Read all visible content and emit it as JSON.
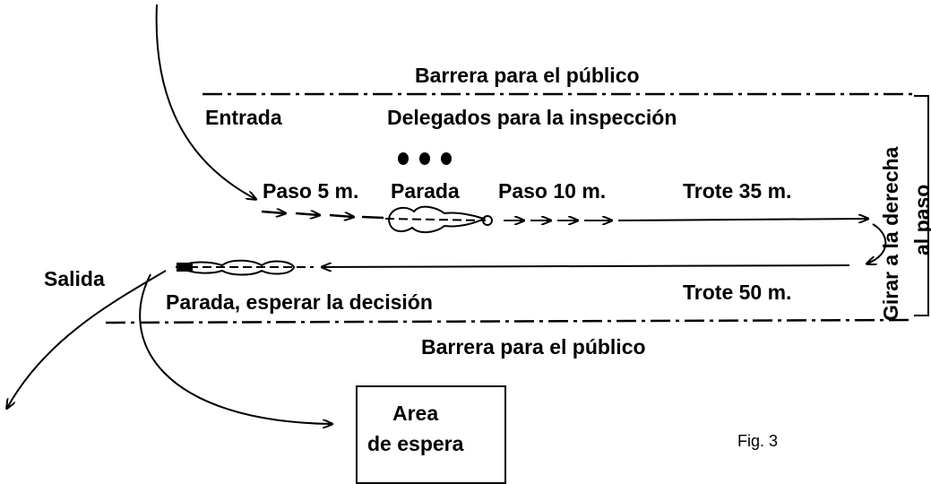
{
  "labels": {
    "barrera_top": "Barrera para el público",
    "entrada": "Entrada",
    "delegados": "Delegados para la inspección",
    "paso_5": "Paso 5 m.",
    "parada": "Parada",
    "paso_10": "Paso 10 m.",
    "trote_35": "Trote 35 m.",
    "salida": "Salida",
    "parada_esperar": "Parada, esperar la decisión",
    "trote_50": "Trote 50 m.",
    "barrera_bottom": "Barrera para el público",
    "girar": "Girar a la derecha",
    "al_paso": "al paso",
    "area_line1": "Area",
    "area_line2": "de espera",
    "fig": "Fig. 3"
  },
  "colors": {
    "ink": "#000000",
    "background": "#ffffff"
  }
}
